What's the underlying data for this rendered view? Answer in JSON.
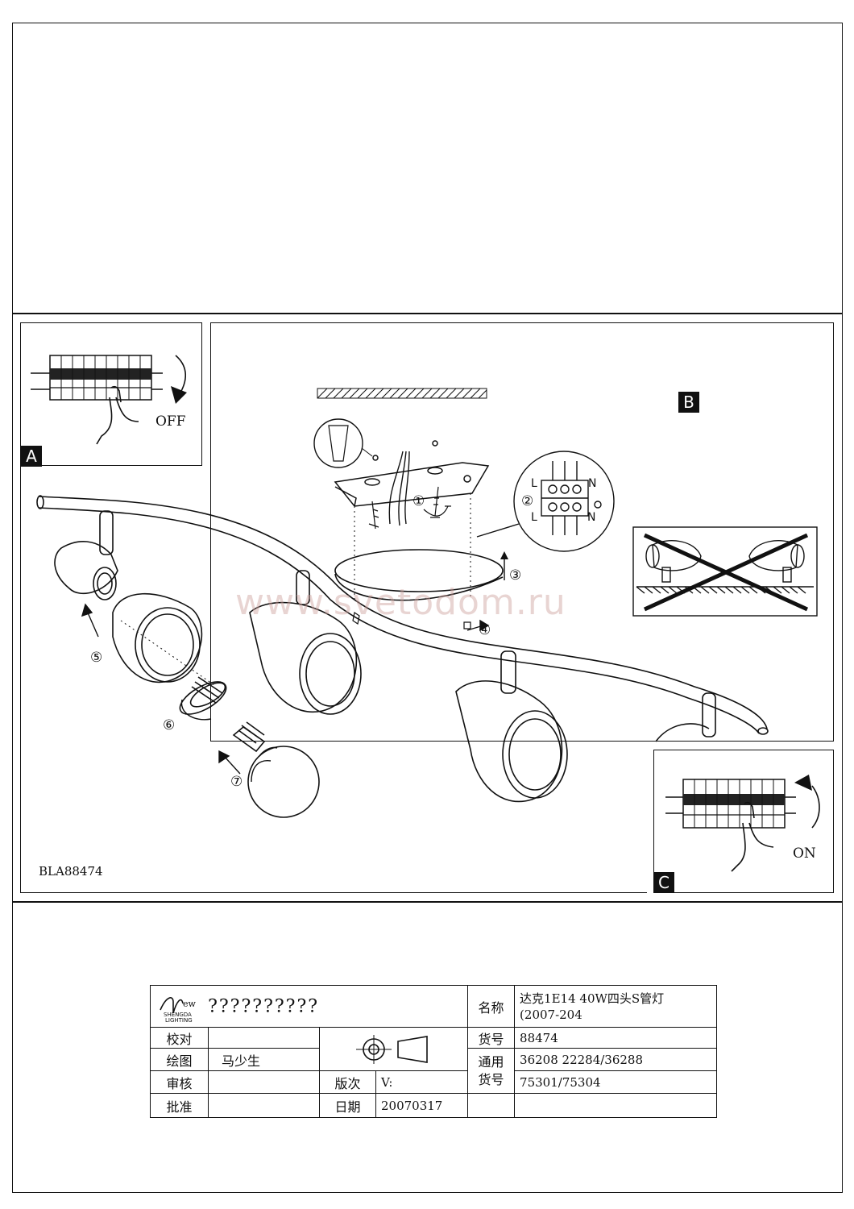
{
  "panels": {
    "a": {
      "tag": "A",
      "switch_label": "OFF"
    },
    "b": {
      "tag": "B"
    },
    "c": {
      "tag": "C",
      "switch_label": "ON"
    }
  },
  "step_markers": [
    "①",
    "②",
    "③",
    "④",
    "⑤",
    "⑥",
    "⑦"
  ],
  "terminal_labels": {
    "l_top": "L",
    "n_top": "N",
    "l_bottom": "L",
    "n_bottom": "N"
  },
  "model_code": "BLA88474",
  "watermark": "www.svetodom.ru",
  "title_block": {
    "logo_brand": "SHENGDA",
    "logo_sub": "LIGHTING",
    "logo_word": "ew",
    "company": "??????????",
    "name_label": "名称",
    "name_value_line1": "达克1E14 40W四头S管灯",
    "name_value_line2": "(2007-204",
    "check_label": "校对",
    "item_no_label": "货号",
    "item_no_value": "88474",
    "draw_label": "绘图",
    "draw_value": "马少生",
    "common_label_1": "通用",
    "common_label_2": "货号",
    "common_value_1": "36208 22284/36288",
    "common_value_2": "75301/75304",
    "review_label": "审核",
    "version_label": "版次",
    "version_value": "V:",
    "approve_label": "批准",
    "date_label": "日期",
    "date_value": "20070317"
  }
}
